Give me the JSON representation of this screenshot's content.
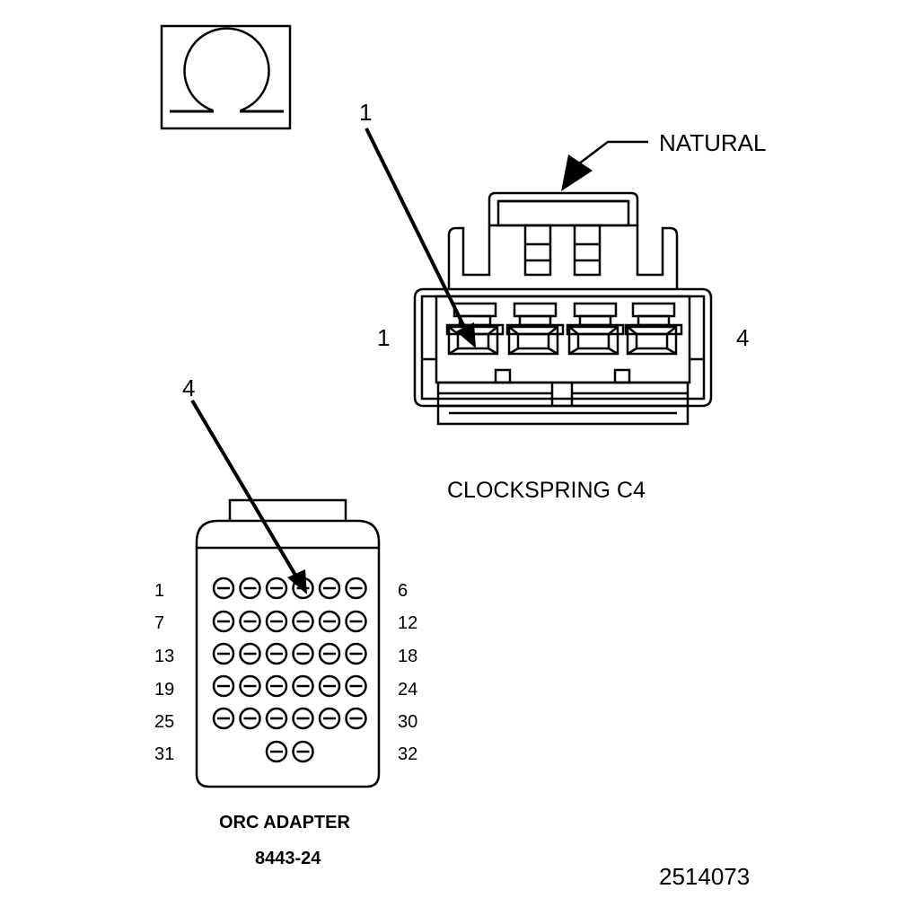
{
  "symbol": {
    "icon": "ohm-icon"
  },
  "clockspring": {
    "callout_pin": "1",
    "color_label": "NATURAL",
    "pin_left": "1",
    "pin_right": "4",
    "caption": "CLOCKSPRING C4"
  },
  "adapter": {
    "callout_pin": "4",
    "row_labels_left": [
      "1",
      "7",
      "13",
      "19",
      "25",
      "31"
    ],
    "row_labels_right": [
      "6",
      "12",
      "18",
      "24",
      "30",
      "32"
    ],
    "row_pin_counts": [
      6,
      6,
      6,
      6,
      6,
      2
    ],
    "caption": "ORC ADAPTER",
    "part_number": "8443-24"
  },
  "figure_id": "2514073"
}
